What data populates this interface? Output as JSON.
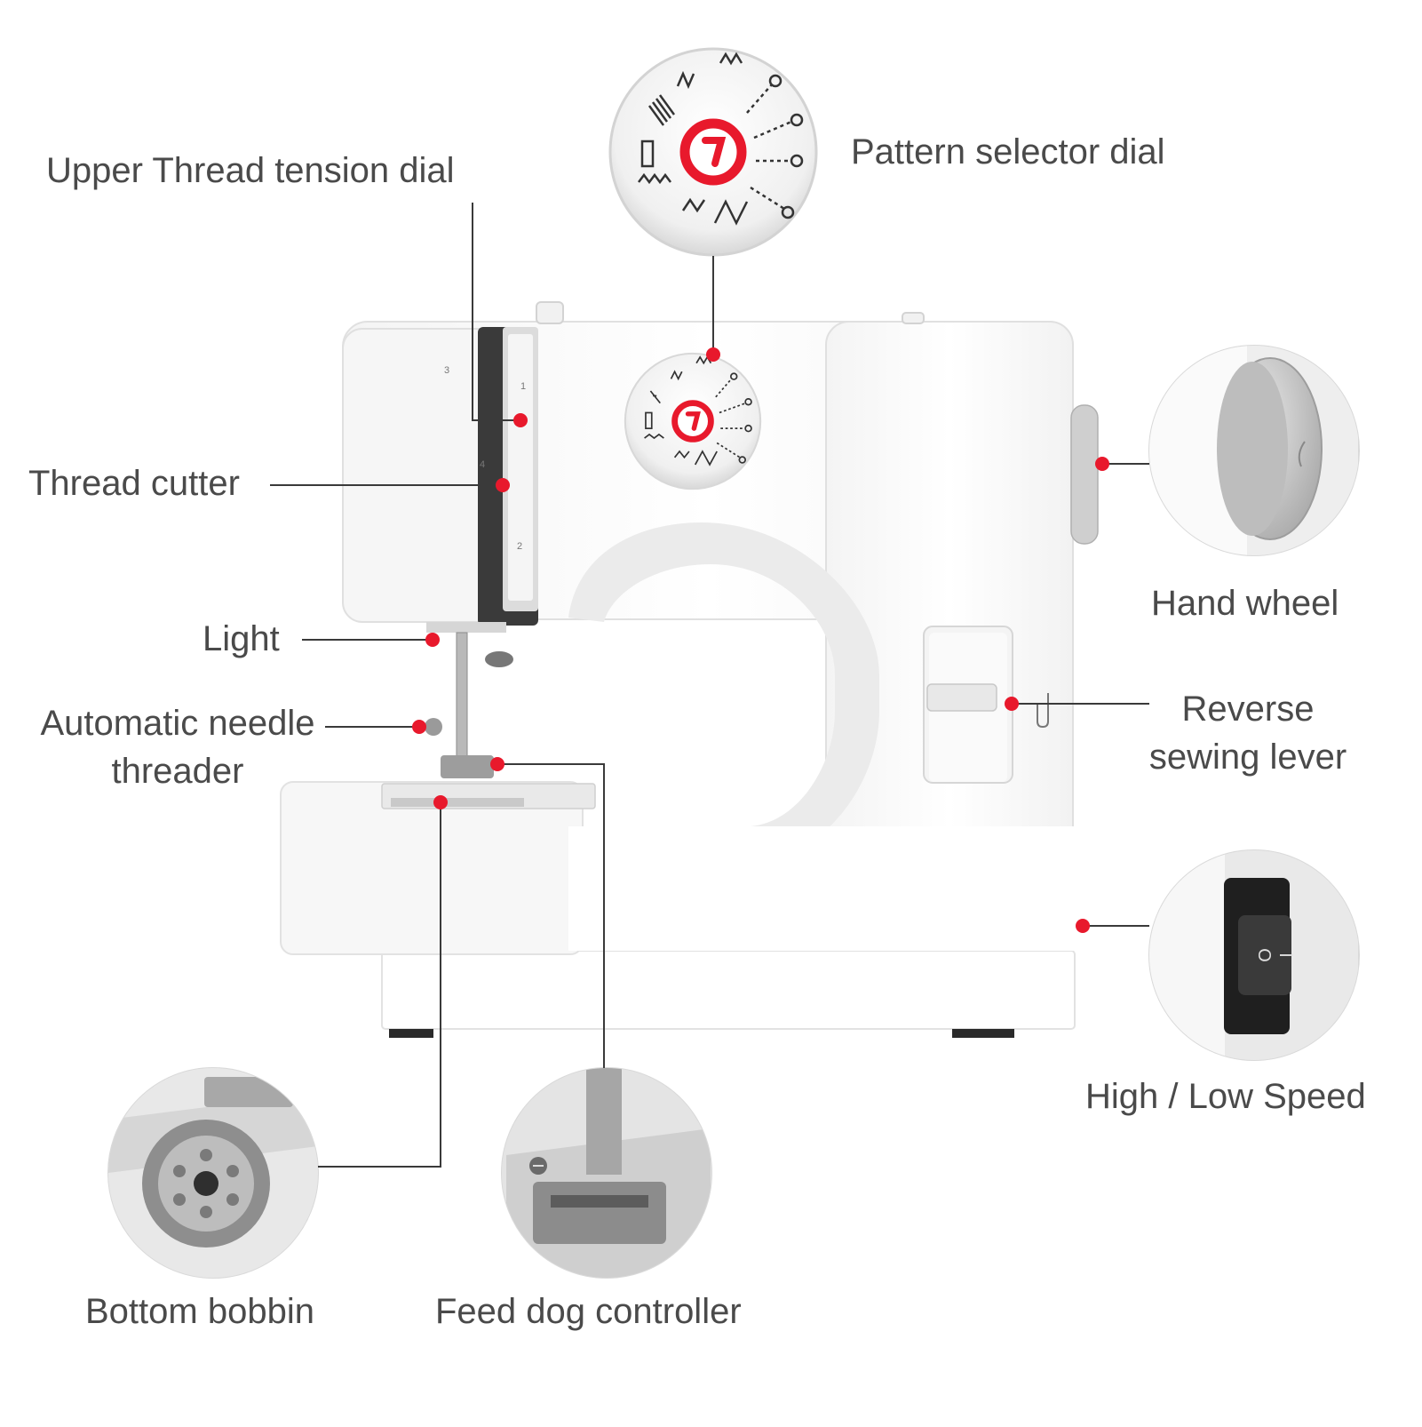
{
  "labels": {
    "pattern_selector": "Pattern selector dial",
    "upper_thread_tension": "Upper Thread tension dial",
    "thread_cutter": "Thread cutter",
    "hand_wheel": "Hand wheel",
    "light": "Light",
    "reverse_line1": "Reverse",
    "reverse_line2": "sewing lever",
    "needle_threader_line1": "Automatic needle",
    "needle_threader_line2": "threader",
    "speed": "High / Low Speed",
    "bottom_bobbin": "Bottom bobbin",
    "feed_dog": "Feed dog controller"
  },
  "switch_marks": {
    "on": "I",
    "off": "O"
  },
  "thread_path_numbers": [
    "1",
    "2",
    "3",
    "4"
  ],
  "colors": {
    "accent": "#e8192c",
    "text": "#4a4a4a",
    "leader": "#3a3a3a",
    "body": "#ffffff",
    "shadow": "#e6e6e6",
    "dark": "#2a2a2a"
  }
}
